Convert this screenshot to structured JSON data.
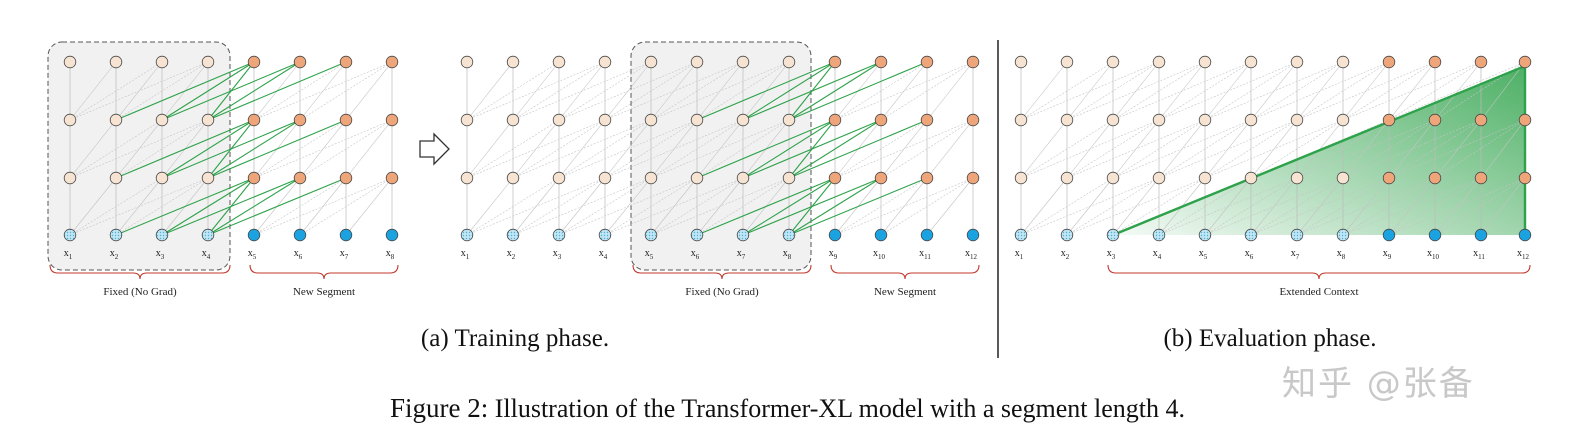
{
  "panel_a": {
    "caption": "(a) Training phase.",
    "labels_left": [
      "x1",
      "x2",
      "x3",
      "x4",
      "x5",
      "x6",
      "x7",
      "x8"
    ],
    "labels_right": [
      "x1",
      "x2",
      "x3",
      "x4",
      "x5",
      "x6",
      "x7",
      "x8",
      "x9",
      "x10",
      "x11",
      "x12"
    ],
    "brace_fixed_left": "Fixed (No Grad)",
    "brace_new_left": "New Segment",
    "brace_fixed_right": "Fixed (No Grad)",
    "brace_new_right": "New Segment"
  },
  "panel_b": {
    "caption": "(b) Evaluation phase.",
    "labels": [
      "x1",
      "x2",
      "x3",
      "x4",
      "x5",
      "x6",
      "x7",
      "x8",
      "x9",
      "x10",
      "x11",
      "x12"
    ],
    "brace_label": "Extended Context"
  },
  "figure_caption": {
    "label": "Figure 2:",
    "text": "Illustration of the Transformer-XL model with a segment length 4."
  },
  "watermark": "知乎 @张备",
  "colors": {
    "hidden_old": "#f6e3d2",
    "hidden_new": "#efa57a",
    "input_old": "#a9dcef",
    "input_new": "#1aa3e0",
    "green": "#2ea24a",
    "brace": "#c0392b"
  }
}
